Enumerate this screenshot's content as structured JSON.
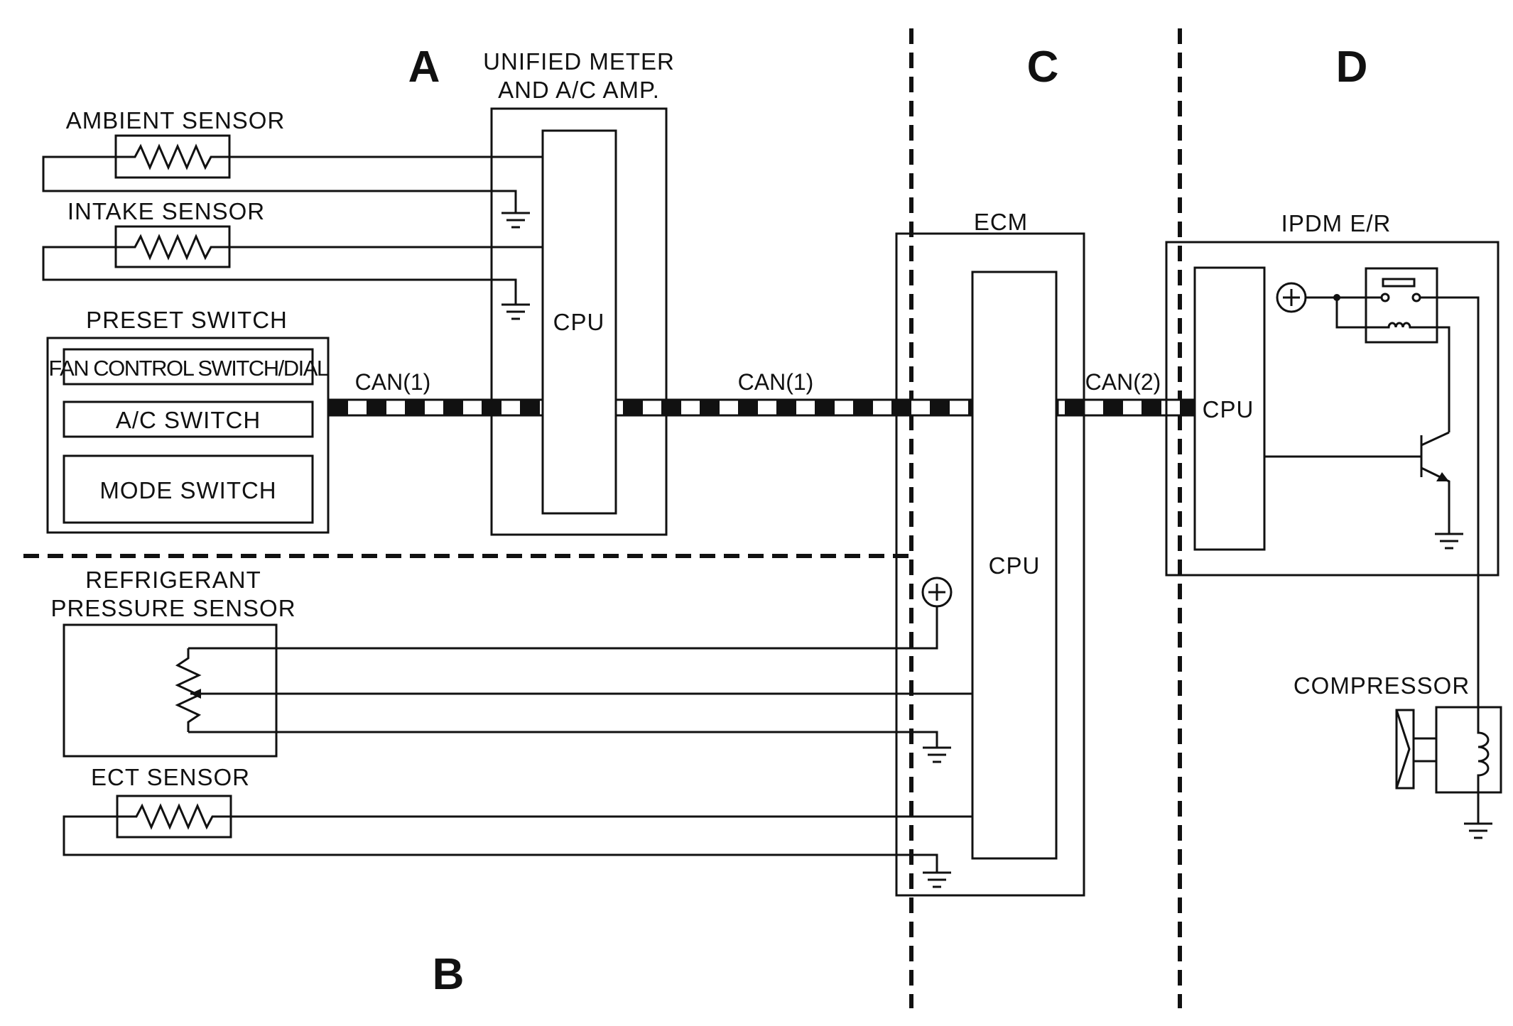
{
  "zones": {
    "a": "A",
    "b": "B",
    "c": "C",
    "d": "D"
  },
  "components": {
    "unified_meter": [
      "UNIFIED METER",
      "AND A/C AMP."
    ],
    "ambient_sensor": "AMBIENT SENSOR",
    "intake_sensor": "INTAKE SENSOR",
    "preset_switch": "PRESET SWITCH",
    "fan_control": "FAN CONTROL SWITCH/DIAL",
    "ac_switch": "A/C SWITCH",
    "mode_switch": "MODE SWITCH",
    "refrigerant_sensor": [
      "REFRIGERANT",
      "PRESSURE SENSOR"
    ],
    "ect_sensor": "ECT SENSOR",
    "ecm": "ECM",
    "ipdm": "IPDM E/R",
    "compressor": "COMPRESSOR",
    "cpu": "CPU"
  },
  "buses": {
    "can1": "CAN(1)",
    "can2": "CAN(2)"
  }
}
